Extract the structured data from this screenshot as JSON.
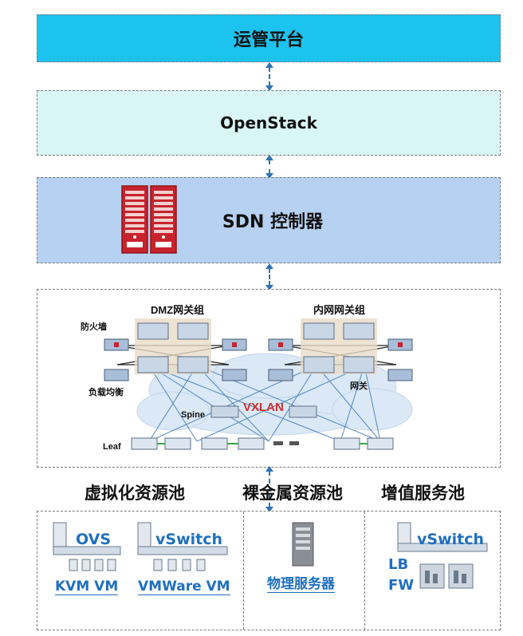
{
  "layers": {
    "platform": "运管平台",
    "openstack": "OpenStack",
    "sdn": "SDN 控制器"
  },
  "network": {
    "dmz_group": "DMZ网关组",
    "intranet_group": "内网网关组",
    "firewall": "防火墙",
    "load_balancer": "负载均衡",
    "gateway": "网关",
    "spine": "Spine",
    "leaf": "Leaf",
    "vxlan": "VXLAN"
  },
  "pools": {
    "virtual": {
      "title": "虚拟化资源池",
      "ovs": "OVS",
      "vswitch": "vSwitch",
      "kvm_vm": "KVM VM",
      "vmware_vm": "VMWare VM"
    },
    "baremetal": {
      "title": "裸金属资源池",
      "server": "物理服务器"
    },
    "value_added": {
      "title": "增值服务池",
      "vswitch": "vSwitch",
      "lb": "LB",
      "fw": "FW"
    }
  },
  "colors": {
    "platform": "#1cc3ee",
    "openstack": "#d9f5f5",
    "sdn": "#b7d1f2",
    "accent": "#1f6fc0",
    "server_red": "#c8232c"
  }
}
